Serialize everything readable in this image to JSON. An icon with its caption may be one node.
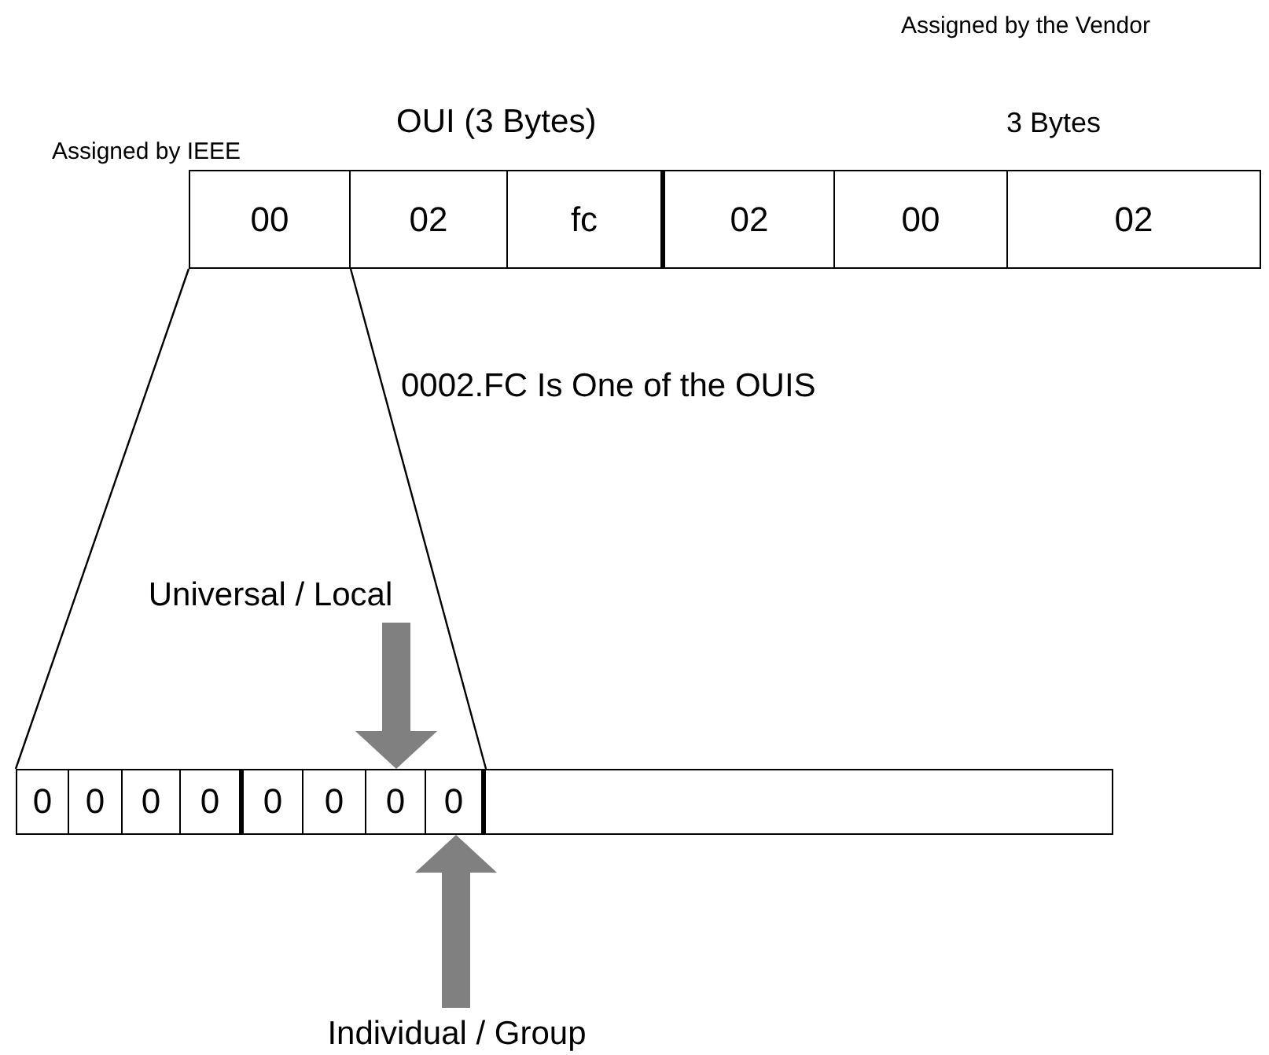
{
  "diagram": {
    "nodes": [
      {
        "text": [
          "00"
        ]
      },
      {
        "text": [
          "02"
        ]
      },
      {
        "text": [
          "fc"
        ]
      },
      {
        "text": [
          "02"
        ]
      },
      {
        "text": [
          "00"
        ]
      },
      {
        "text": [
          "02"
        ]
      },
      {
        "text": [
          "Universal / Local"
        ]
      },
      {
        "text": [],
        "shape": "bar"
      },
      {
        "text": [
          "0"
        ],
        "in": 7
      },
      {
        "text": [
          "0"
        ],
        "in": 7
      },
      {
        "text": [
          "0"
        ],
        "in": 7
      },
      {
        "text": [
          "0"
        ],
        "in": 7
      },
      {
        "text": [
          "0"
        ],
        "in": 7
      },
      {
        "text": [
          "0"
        ],
        "in": 7
      },
      {
        "text": [
          "0"
        ],
        "in": 7
      },
      {
        "text": [
          "0"
        ],
        "in": 7
      },
      {
        "text": [
          "Individual / Group"
        ]
      }
    ],
    "edges": [
      {
        "from": 0,
        "to": 7,
        "arrow": "none"
      },
      {
        "from": 0,
        "to": 7,
        "arrow": "none"
      },
      {
        "from": 6,
        "to": 14,
        "arrow": "to",
        "style": "thick",
        "color": "#808080"
      },
      {
        "from": 16,
        "to": 15,
        "arrow": "to",
        "style": "thick",
        "color": "#808080"
      }
    ],
    "labels": [
      "Assigned by the Vendor",
      "Assigned by IEEE",
      "OUI (3 Bytes)",
      "3 Bytes",
      "0002.FC Is One of the OUIS"
    ]
  }
}
